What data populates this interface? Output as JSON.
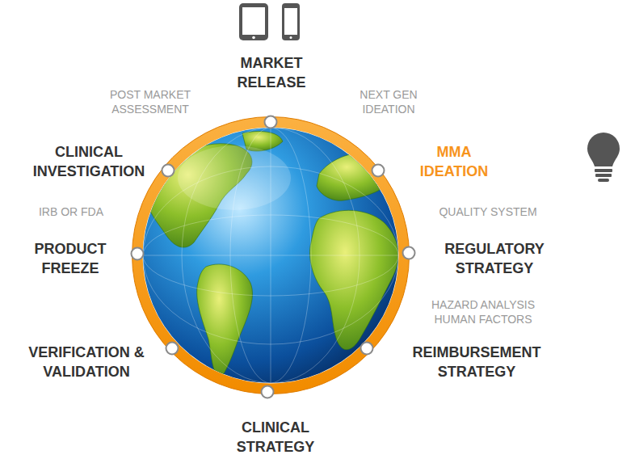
{
  "diagram": {
    "labels": [
      "MARKET RELEASE",
      "POST MARKET ASSESSMENT",
      "NEXT GEN IDEATION",
      "CLINICAL INVESTIGATION",
      "MMA IDEATION",
      "IRB OR FDA",
      "QUALITY SYSTEM",
      "PRODUCT FREEZE",
      "REGULATORY STRATEGY",
      "HAZARD ANALYSIS",
      "HUMAN FACTORS",
      "VERIFICATION & VALIDATION",
      "REIMBURSEMENT STRATEGY",
      "CLINICAL STRATEGY"
    ]
  }
}
